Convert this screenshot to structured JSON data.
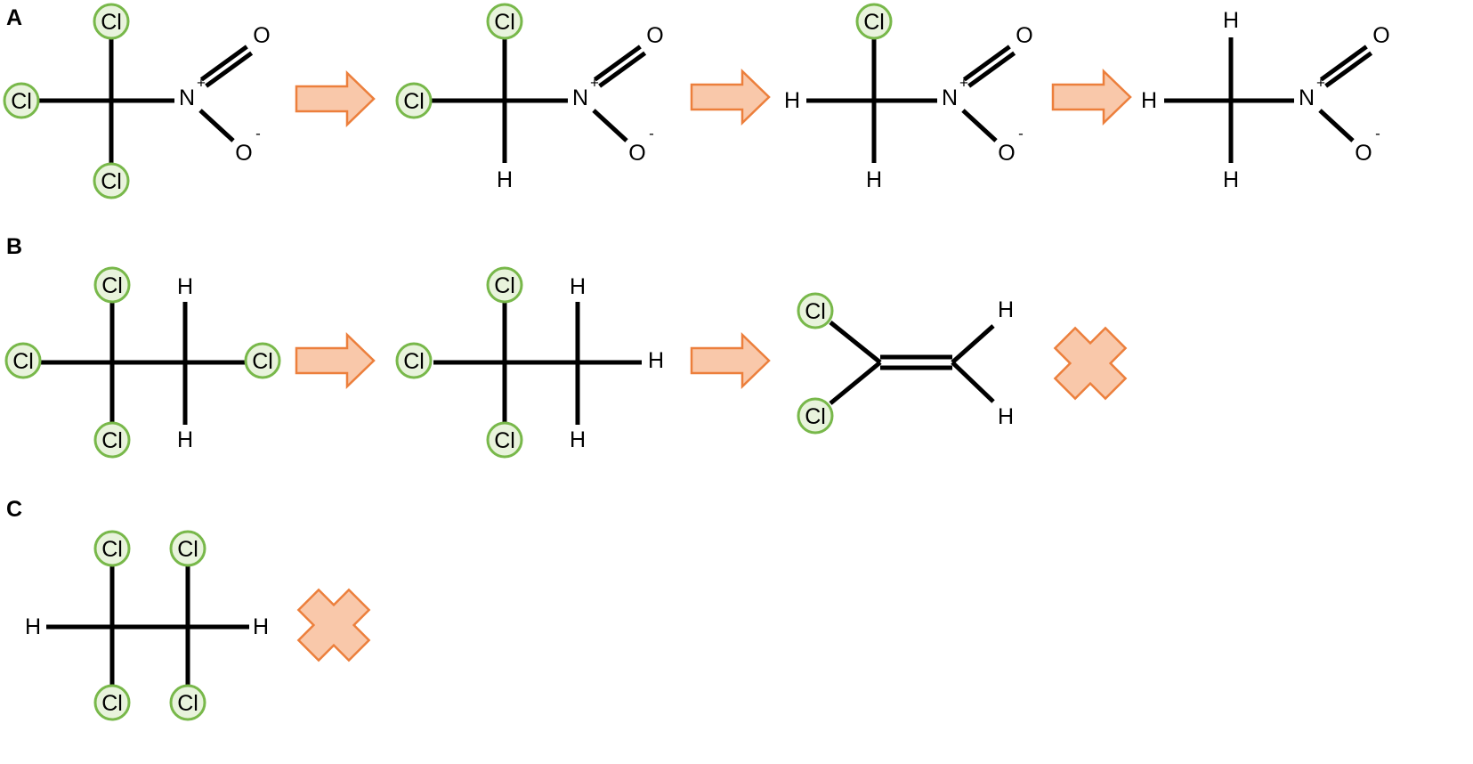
{
  "panels": {
    "a": "A",
    "b": "B",
    "c": "C"
  },
  "labels": {
    "cl": "Cl",
    "h": "H",
    "n": "N",
    "o": "O",
    "plus": "+",
    "minus": "-"
  },
  "colors": {
    "chlorine_fill": "#e8f3dc",
    "chlorine_stroke": "#78b84a",
    "arrow_fill": "#f9c8aa",
    "arrow_stroke": "#ec7f3c"
  },
  "icons": {
    "step": "right-arrow-icon",
    "stop": "cross-icon"
  }
}
